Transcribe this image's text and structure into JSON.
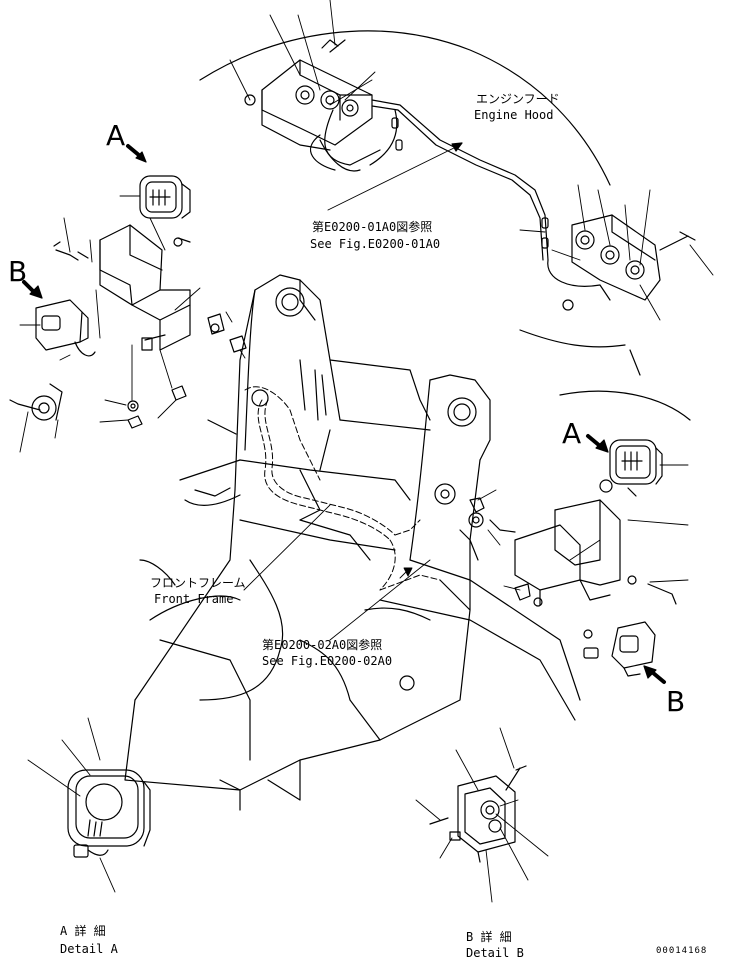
{
  "labels": {
    "engine_hood_jp": "エンジンフード",
    "engine_hood_en": "Engine Hood",
    "ref1_jp": "第E0200-01A0図参照",
    "ref1_en": "See Fig.E0200-01A0",
    "front_frame_jp": "フロントフレーム",
    "front_frame_en": "Front Frame",
    "ref2_jp": "第E0200-02A0図参照",
    "ref2_en": "See Fig.E0200-02A0",
    "detail_a_jp": "A 詳 細",
    "detail_a_en": "Detail A",
    "detail_b_jp": "B 詳 細",
    "detail_b_en": "Detail B",
    "view_a": "A",
    "view_b": "B",
    "doc_number": "00014168"
  },
  "colors": {
    "line": "#000000",
    "background": "#ffffff"
  }
}
